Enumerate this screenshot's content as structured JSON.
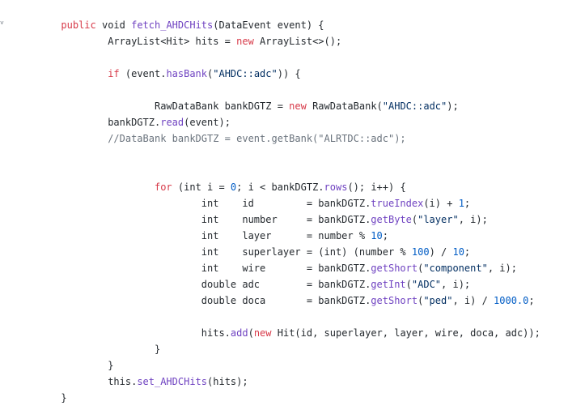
{
  "fold_marker": "˅",
  "lines": [
    [
      [
        "        ",
        "tx"
      ],
      [
        "public",
        "kw"
      ],
      [
        " void ",
        "tx"
      ],
      [
        "fetch_AHDCHits",
        "fn"
      ],
      [
        "(DataEvent event) {",
        "tx"
      ]
    ],
    [
      [
        "                ArrayList<Hit> hits = ",
        "tx"
      ],
      [
        "new",
        "kw"
      ],
      [
        " ArrayList<>();",
        "tx"
      ]
    ],
    [
      [
        "",
        "tx"
      ]
    ],
    [
      [
        "                ",
        "tx"
      ],
      [
        "if",
        "kw"
      ],
      [
        " (event.",
        "tx"
      ],
      [
        "hasBank",
        "fn"
      ],
      [
        "(",
        "tx"
      ],
      [
        "\"AHDC::adc\"",
        "str"
      ],
      [
        ")) {",
        "tx"
      ]
    ],
    [
      [
        "",
        "tx"
      ]
    ],
    [
      [
        "                        RawDataBank bankDGTZ = ",
        "tx"
      ],
      [
        "new",
        "kw"
      ],
      [
        " RawDataBank(",
        "tx"
      ],
      [
        "\"AHDC::adc\"",
        "str"
      ],
      [
        ");",
        "tx"
      ]
    ],
    [
      [
        "                bankDGTZ.",
        "tx"
      ],
      [
        "read",
        "fn"
      ],
      [
        "(event);",
        "tx"
      ]
    ],
    [
      [
        "                ",
        "tx"
      ],
      [
        "//DataBank bankDGTZ = event.getBank(\"ALRTDC::adc\");",
        "cm"
      ]
    ],
    [
      [
        "",
        "tx"
      ]
    ],
    [
      [
        "",
        "tx"
      ]
    ],
    [
      [
        "                        ",
        "tx"
      ],
      [
        "for",
        "kw"
      ],
      [
        " (int i = ",
        "tx"
      ],
      [
        "0",
        "num"
      ],
      [
        "; i < bankDGTZ.",
        "tx"
      ],
      [
        "rows",
        "fn"
      ],
      [
        "(); i++) {",
        "tx"
      ]
    ],
    [
      [
        "                                int    id         = bankDGTZ.",
        "tx"
      ],
      [
        "trueIndex",
        "fn"
      ],
      [
        "(i) + ",
        "tx"
      ],
      [
        "1",
        "num"
      ],
      [
        ";",
        "tx"
      ]
    ],
    [
      [
        "                                int    number     = bankDGTZ.",
        "tx"
      ],
      [
        "getByte",
        "fn"
      ],
      [
        "(",
        "tx"
      ],
      [
        "\"layer\"",
        "str"
      ],
      [
        ", i);",
        "tx"
      ]
    ],
    [
      [
        "                                int    layer      = number % ",
        "tx"
      ],
      [
        "10",
        "num"
      ],
      [
        ";",
        "tx"
      ]
    ],
    [
      [
        "                                int    superlayer = (int) (number % ",
        "tx"
      ],
      [
        "100",
        "num"
      ],
      [
        ") / ",
        "tx"
      ],
      [
        "10",
        "num"
      ],
      [
        ";",
        "tx"
      ]
    ],
    [
      [
        "                                int    wire       = bankDGTZ.",
        "tx"
      ],
      [
        "getShort",
        "fn"
      ],
      [
        "(",
        "tx"
      ],
      [
        "\"component\"",
        "str"
      ],
      [
        ", i);",
        "tx"
      ]
    ],
    [
      [
        "                                double adc        = bankDGTZ.",
        "tx"
      ],
      [
        "getInt",
        "fn"
      ],
      [
        "(",
        "tx"
      ],
      [
        "\"ADC\"",
        "str"
      ],
      [
        ", i);",
        "tx"
      ]
    ],
    [
      [
        "                                double doca       = bankDGTZ.",
        "tx"
      ],
      [
        "getShort",
        "fn"
      ],
      [
        "(",
        "tx"
      ],
      [
        "\"ped\"",
        "str"
      ],
      [
        ", i) / ",
        "tx"
      ],
      [
        "1000.0",
        "num"
      ],
      [
        ";",
        "tx"
      ]
    ],
    [
      [
        "",
        "tx"
      ]
    ],
    [
      [
        "                                hits.",
        "tx"
      ],
      [
        "add",
        "fn"
      ],
      [
        "(",
        "tx"
      ],
      [
        "new",
        "kw"
      ],
      [
        " Hit(id, superlayer, layer, wire, doca, adc));",
        "tx"
      ]
    ],
    [
      [
        "                        }",
        "tx"
      ]
    ],
    [
      [
        "                }",
        "tx"
      ]
    ],
    [
      [
        "                this.",
        "tx"
      ],
      [
        "set_AHDCHits",
        "fn"
      ],
      [
        "(hits);",
        "tx"
      ]
    ],
    [
      [
        "        }",
        "tx"
      ]
    ]
  ]
}
